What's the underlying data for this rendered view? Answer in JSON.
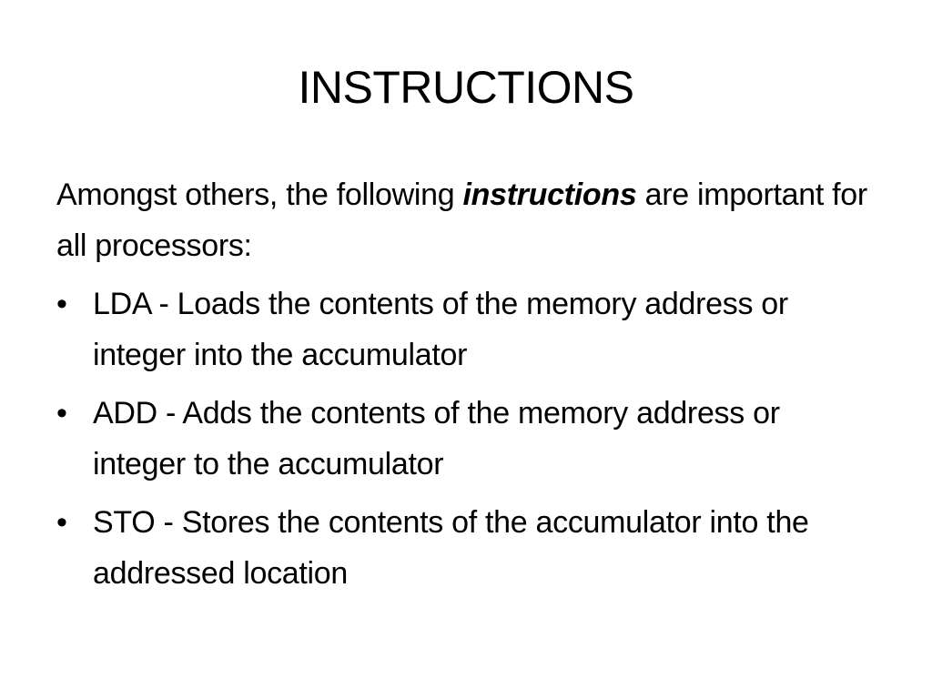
{
  "slide": {
    "title": "INSTRUCTIONS",
    "intro": {
      "before": "Amongst others, the following ",
      "emphasis": "instructions",
      "after": " are important for all processors:"
    },
    "bullet_symbol": "•",
    "bullets": [
      {
        "text": "LDA - Loads the contents of the memory address or integer into the accumulator"
      },
      {
        "text": "ADD - Adds the contents of the memory address or integer to the accumulator"
      },
      {
        "text": "STO - Stores the contents of the accumulator into the addressed location"
      }
    ]
  }
}
